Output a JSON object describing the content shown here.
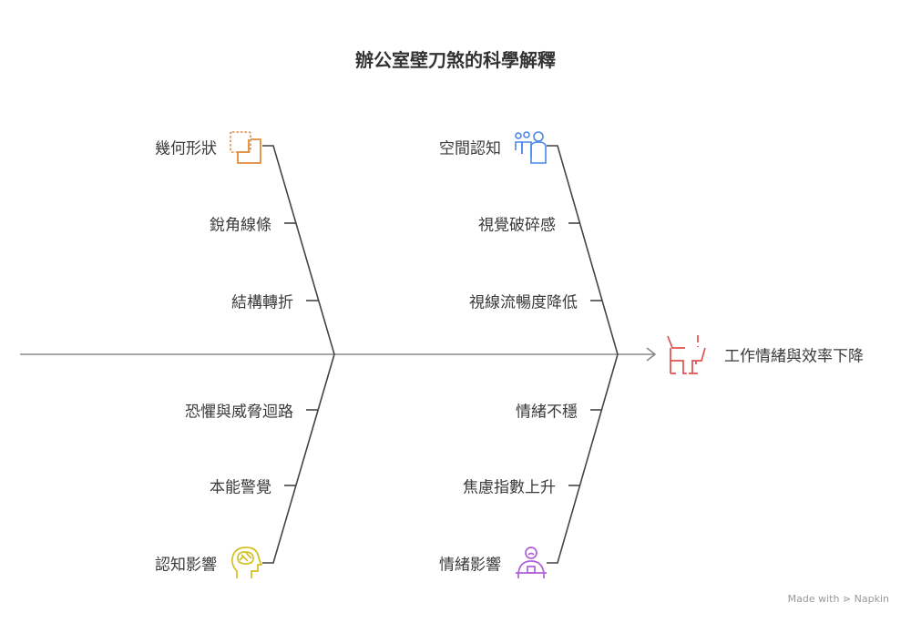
{
  "title": "辦公室壁刀煞的科學解釋",
  "effect": {
    "label": "工作情緒與效率下降",
    "icon": "desk-chair-alert-icon",
    "color": "#e05050"
  },
  "categories": [
    {
      "label": "幾何形狀",
      "icon": "shapes-icon",
      "color": "#e08a3a",
      "causes": [
        "銳角線條",
        "結構轉折"
      ]
    },
    {
      "label": "空間認知",
      "icon": "people-icon",
      "color": "#4a86e8",
      "causes": [
        "視覺破碎感",
        "視線流暢度降低"
      ]
    },
    {
      "label": "認知影響",
      "icon": "brain-head-icon",
      "color": "#d4c020",
      "causes": [
        "恐懼與威脅迴路",
        "本能警覺"
      ]
    },
    {
      "label": "情緒影響",
      "icon": "person-desk-icon",
      "color": "#b060d8",
      "causes": [
        "情緒不穩",
        "焦慮指數上升"
      ]
    }
  ],
  "footer": "Made with ⋗ Napkin"
}
